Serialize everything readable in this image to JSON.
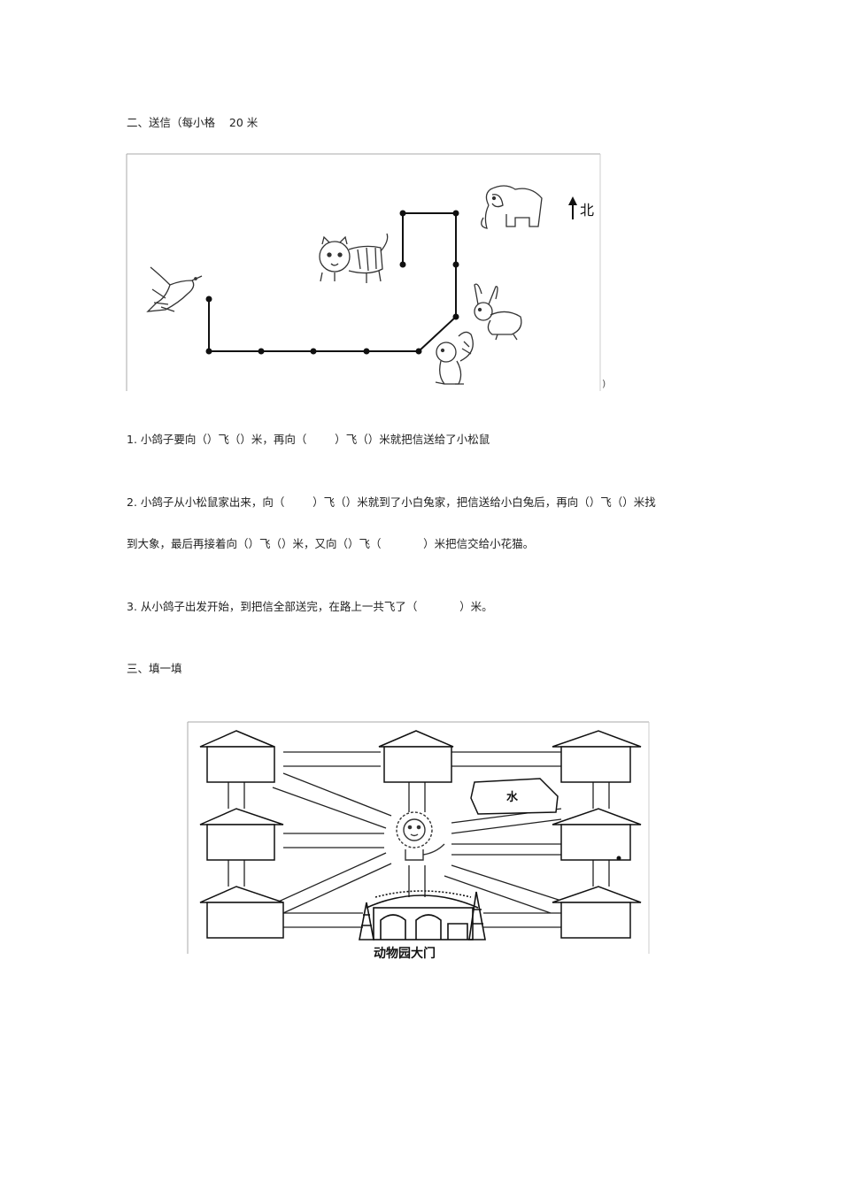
{
  "section2": {
    "heading": "二、送信（每小格    20 米",
    "north_label": "北",
    "stray_paren": ")",
    "q1": "1. 小鸽子要向（）飞（）米，再向（        ）飞（）米就把信送给了小松鼠",
    "q2_line1": "2. 小鸽子从小松鼠家出来，向（        ）飞（）米就到了小白兔家，把信送给小白兔后，再向（）飞（）米找",
    "q2_line2": "到大象，最后再接着向（）飞（）米，又向（）飞（            ）米把信交给小花猫。",
    "q3": "3. 从小鸽子出发开始，到把信全部送完，在路上一共飞了（            ）米。"
  },
  "section3": {
    "heading": "三、填一填",
    "water_label": "水",
    "gate_label": "动物园大门"
  }
}
